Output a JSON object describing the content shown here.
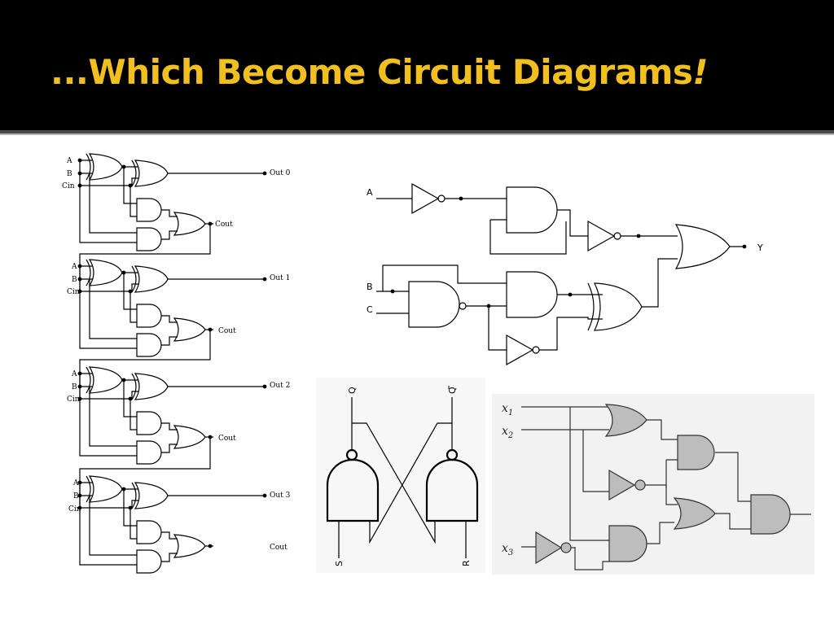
{
  "slide": {
    "title": "...Which Become Circuit Diagrams",
    "title_exclaim": "!",
    "colors": {
      "title": "#f2c01e",
      "bar": "#000000",
      "gate_fill_shaded": "#bdbdbd"
    }
  },
  "adder": {
    "stages": [
      {
        "a": "A",
        "b": "B",
        "cin": "Cin",
        "out": "Out 0",
        "cout": "Cout"
      },
      {
        "a": "A",
        "b": "B",
        "cin": "Cin",
        "out": "Out 1",
        "cout": "Cout"
      },
      {
        "a": "A",
        "b": "B",
        "cin": "Cin",
        "out": "Out 2",
        "cout": "Cout"
      },
      {
        "a": "A",
        "b": "B",
        "cin": "Cin",
        "out": "Out 3",
        "cout": "Cout"
      }
    ]
  },
  "logic": {
    "a": "A",
    "b": "B",
    "c": "C",
    "y": "Y"
  },
  "latch": {
    "q": "Q",
    "qbar": "Q",
    "s": "S",
    "r": "R"
  },
  "shaded": {
    "x1": "x",
    "x1_sub": "1",
    "x2": "x",
    "x2_sub": "2",
    "x3": "x",
    "x3_sub": "3"
  }
}
